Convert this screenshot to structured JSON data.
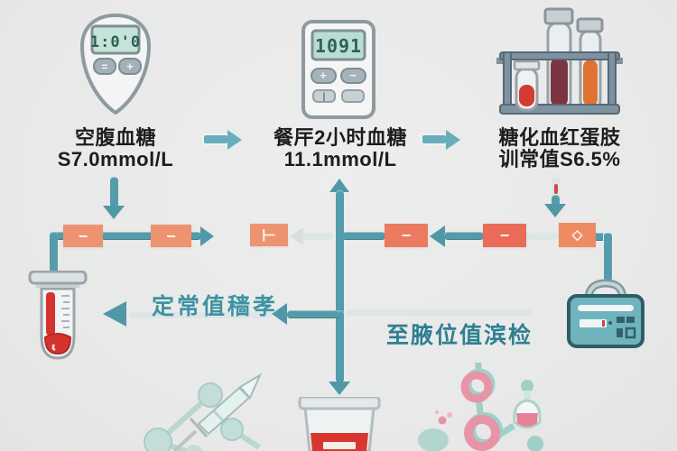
{
  "colors": {
    "background": "#e9eae9",
    "pipe_teal": "#549cab",
    "pipe_light": "#dfe5e6",
    "node_salmon": "#ee9371",
    "node_orange_red": "#ec7a61",
    "node_red": "#ea6b58",
    "node_orange": "#ee8b63",
    "blood_red": "#d5332e",
    "title_text": "#1d1d1d",
    "branch_label_teal": "#3e93a3"
  },
  "stations": [
    {
      "title": "空腹血糖",
      "value": "S7.0mmol/L",
      "meter": {
        "screen": "1:0'0",
        "button_left": "=",
        "button_right": "+"
      }
    },
    {
      "title": "餐厈2小时血糖",
      "value": "11.1mmol/L",
      "meter": {
        "screen": "1091",
        "button_left": "+",
        "button_right": "−",
        "button_small": "|"
      }
    },
    {
      "title": "糖化血红蛋肢",
      "value": "训常值S6.5%"
    }
  ],
  "flow": {
    "nodes": [
      {
        "label": "−"
      },
      {
        "label": "−"
      },
      {
        "label": "⊢"
      },
      {
        "label": "−"
      },
      {
        "label": "−"
      },
      {
        "label": "◇"
      }
    ],
    "left_branch_label": "定常值穑孝",
    "right_branch_label": "至腋位值滨检"
  }
}
